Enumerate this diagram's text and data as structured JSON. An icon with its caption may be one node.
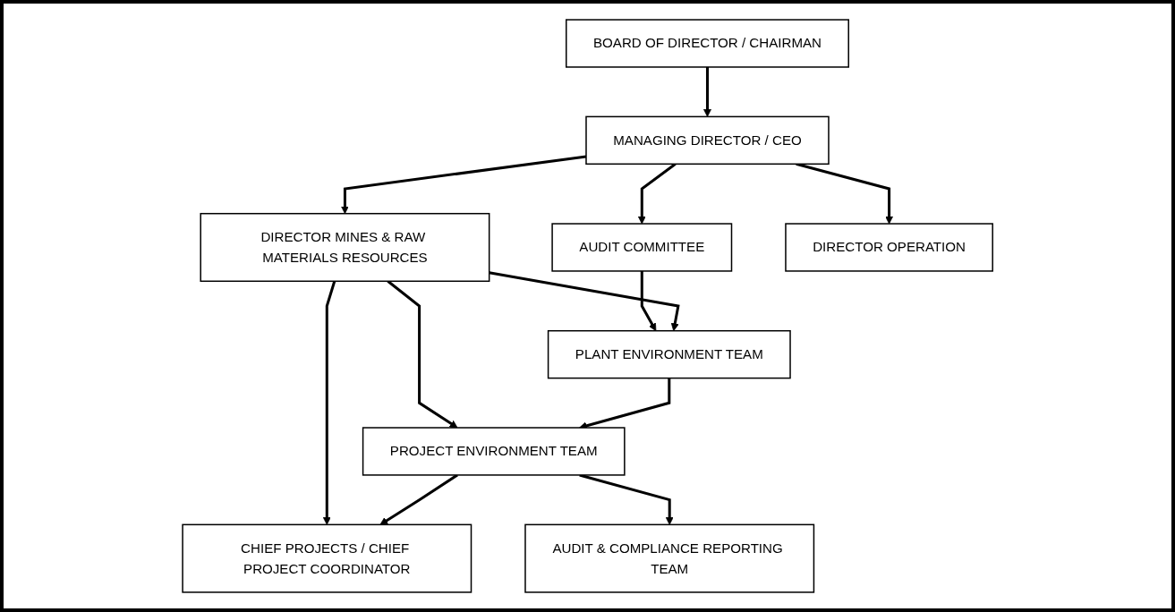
{
  "diagram": {
    "nodes": [
      {
        "text": [
          "BOARD OF DIRECTOR / CHAIRMAN"
        ]
      },
      {
        "text": [
          "MANAGING DIRECTOR / CEO"
        ]
      },
      {
        "text": [
          "AUDIT COMMITTEE"
        ]
      },
      {
        "text": [
          "DIRECTOR MINES & RAW MATERIALS RESOURCES"
        ]
      },
      {
        "text": [
          "DIRECTOR OPERATION"
        ]
      },
      {
        "text": [
          "PLANT ENVIRONMENT TEAM"
        ]
      },
      {
        "text": [
          "PROJECT ENVIRONMENT TEAM"
        ]
      },
      {
        "text": [
          "CHIEF PROJECTS / CHIEF PROJECT COORDINATOR"
        ]
      },
      {
        "text": [
          "AUDIT & COMPLIANCE REPORTING TEAM"
        ]
      }
    ],
    "edges": [
      {
        "from": 0,
        "to": 1,
        "arrow": "to"
      },
      {
        "from": 1,
        "to": 2,
        "arrow": "to"
      },
      {
        "from": 1,
        "to": 3,
        "arrow": "to"
      },
      {
        "from": 1,
        "to": 4,
        "arrow": "to"
      },
      {
        "from": 2,
        "to": 5,
        "arrow": "to"
      },
      {
        "from": 3,
        "to": 5,
        "arrow": "to"
      },
      {
        "from": 3,
        "to": 6,
        "arrow": "to"
      },
      {
        "from": 3,
        "to": 7,
        "arrow": "to"
      },
      {
        "from": 5,
        "to": 6,
        "arrow": "to"
      },
      {
        "from": 6,
        "to": 7,
        "arrow": "to"
      },
      {
        "from": 6,
        "to": 8,
        "arrow": "to"
      }
    ]
  }
}
